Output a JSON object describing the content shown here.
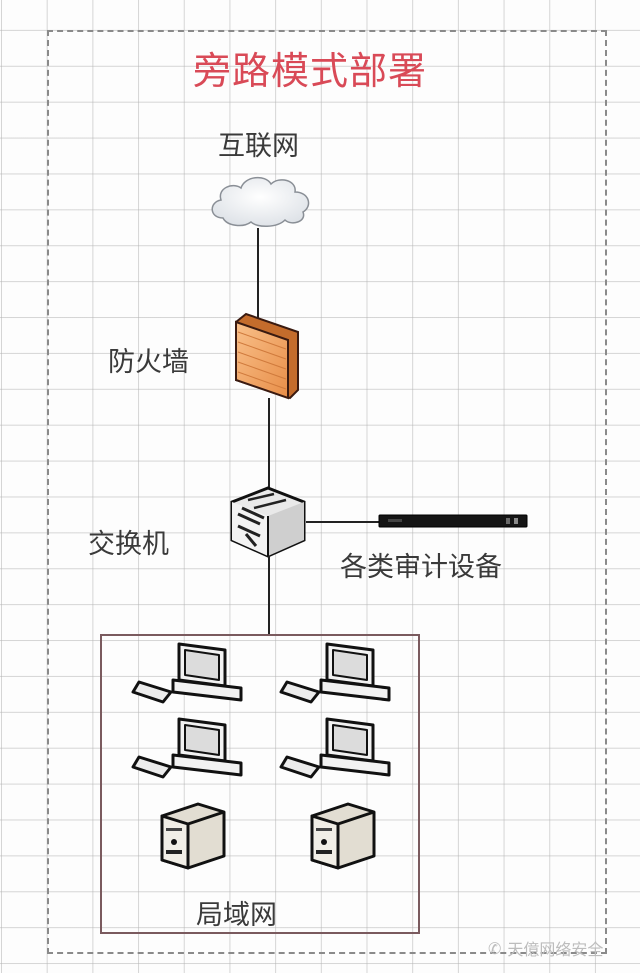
{
  "diagram": {
    "title": "旁路模式部署",
    "nodes": {
      "internet": {
        "label": "互联网",
        "icon": "cloud-icon"
      },
      "firewall": {
        "label": "防火墙",
        "icon": "firewall-icon"
      },
      "switch": {
        "label": "交换机",
        "icon": "switch-icon"
      },
      "audit_devices": {
        "label": "各类审计设备",
        "icon": "rack-device-icon"
      },
      "lan": {
        "label": "局域网",
        "workstations": 4,
        "servers": 2
      }
    },
    "edges": [
      {
        "from": "互联网",
        "to": "防火墙"
      },
      {
        "from": "防火墙",
        "to": "交换机"
      },
      {
        "from": "交换机",
        "to": "各类审计设备"
      },
      {
        "from": "交换机",
        "to": "局域网"
      }
    ],
    "colors": {
      "title": "#d94a57",
      "firewall": "#f0a566",
      "lan_border": "#7a5a5e",
      "frame_border": "#8a8a8a"
    }
  },
  "watermark": {
    "text": "天億网络安全"
  }
}
